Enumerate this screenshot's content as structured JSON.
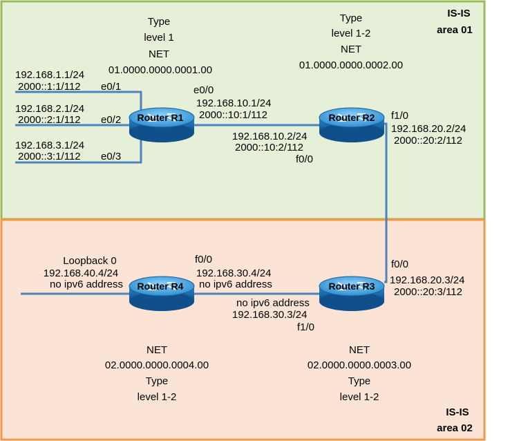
{
  "areas": {
    "area1": {
      "title": "IS-IS",
      "name": "area 01",
      "fill": "#e6efd8",
      "border": "#9bbb59"
    },
    "area2": {
      "title": "IS-IS",
      "name": "area 02",
      "fill": "#fbe4d5",
      "border": "#f79646"
    }
  },
  "routers": {
    "r1": {
      "label": "Router R1",
      "type_title": "Type",
      "type_value": "level 1",
      "net_title": "NET",
      "net_value": "01.0000.0000.0001.00"
    },
    "r2": {
      "label": "Router R2",
      "type_title": "Type",
      "type_value": "level 1-2",
      "net_title": "NET",
      "net_value": "01.0000.0000.0002.00"
    },
    "r3": {
      "label": "Router R3",
      "type_title": "Type",
      "type_value": "level 1-2",
      "net_title": "NET",
      "net_value": "02.0000.0000.0003.00"
    },
    "r4": {
      "label": "Router R4",
      "type_title": "Type",
      "type_value": "level 1-2",
      "net_title": "NET",
      "net_value": "02.0000.0000.0004.00"
    }
  },
  "interfaces": {
    "r1_e01": {
      "ipv4": "192.168.1.1/24",
      "ipv6": "2000::1:1/112",
      "name": "e0/1"
    },
    "r1_e02": {
      "ipv4": "192.168.2.1/24",
      "ipv6": "2000::2:1/112",
      "name": "e0/2"
    },
    "r1_e03": {
      "ipv4": "192.168.3.1/24",
      "ipv6": "2000::3:1/112",
      "name": "e0/3"
    },
    "r1_e00": {
      "name": "e0/0",
      "ipv4": "192.168.10.1/24",
      "ipv6": "2000::10:1/112"
    },
    "r2_f00": {
      "ipv4": "192.168.10.2/24",
      "ipv6": "2000::10:2/112",
      "name": "f0/0"
    },
    "r2_f10": {
      "name": "f1/0",
      "ipv4": "192.168.20.2/24",
      "ipv6": "2000::20:2/112"
    },
    "r3_f00": {
      "name": "f0/0",
      "ipv4": "192.168.20.3/24",
      "ipv6": "2000::20:3/112"
    },
    "r3_f10": {
      "ipv6": "no ipv6 address",
      "ipv4": "192.168.30.3/24",
      "name": "f1/0"
    },
    "r4_f00": {
      "name": "f0/0",
      "ipv4": "192.168.30.4/24",
      "ipv6": "no ipv6 address"
    },
    "r4_lo0": {
      "name": "Loopback 0",
      "ipv4": "192.168.40.4/24",
      "ipv6": "no ipv6 address"
    }
  },
  "colors": {
    "link": "#4f81bd",
    "router_top": "#3f9ad4",
    "router_body": "#1f6fb2"
  },
  "icons": {
    "router": "router-icon"
  }
}
